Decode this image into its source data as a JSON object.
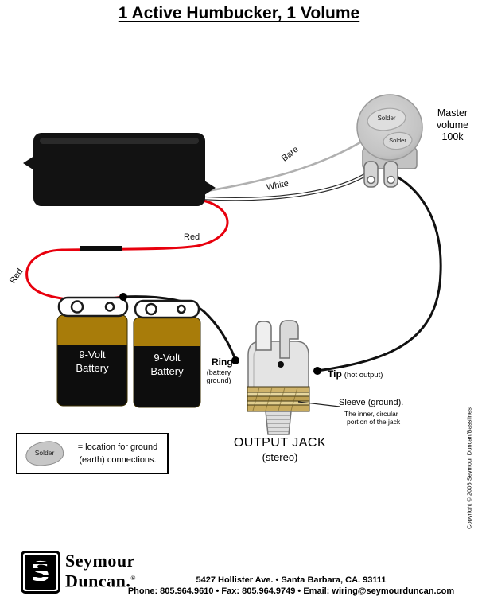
{
  "title": "1 Active Humbucker, 1 Volume",
  "pot": {
    "label": "Master volume 100k",
    "solder_top": "Solder",
    "solder_bottom": "Solder"
  },
  "wire_labels": {
    "bare": "Bare",
    "white": "White",
    "red_horizontal": "Red",
    "red_vertical": "Red"
  },
  "battery_left": {
    "line1": "9-Volt",
    "line2": "Battery"
  },
  "battery_right": {
    "line1": "9-Volt",
    "line2": "Battery"
  },
  "jack": {
    "ring": "Ring",
    "ring_sub": "(battery ground)",
    "tip": "Tip",
    "tip_sub": "(hot output)",
    "sleeve": "Sleeve (ground).",
    "sleeve_sub1": "The inner, circular",
    "sleeve_sub2": "portion of the jack",
    "name": "OUTPUT JACK",
    "type": "(stereo)"
  },
  "legend": {
    "solder": "Solder",
    "line1": "= location for ground",
    "line2": "(earth) connections."
  },
  "copyright": "Copyright © 2006 Seymour Duncan/Basslines",
  "footer": {
    "brand_line1": "Seymour",
    "brand_line2": "Duncan.",
    "reg": "®",
    "logo_letter": "S",
    "address": "5427 Hollister Ave. • Santa Barbara, CA. 93111",
    "contact": "Phone: 805.964.9610 • Fax: 805.964.9749 • Email: wiring@seymourduncan.com"
  },
  "colors": {
    "wire_red": "#e8000d",
    "wire_black": "#111111",
    "wire_white": "#ffffff",
    "wire_bare": "#b0b0b0",
    "battery_gold": "#a87c0a",
    "battery_black": "#0d0d0d",
    "washer_tan": "#c9ab5e"
  }
}
